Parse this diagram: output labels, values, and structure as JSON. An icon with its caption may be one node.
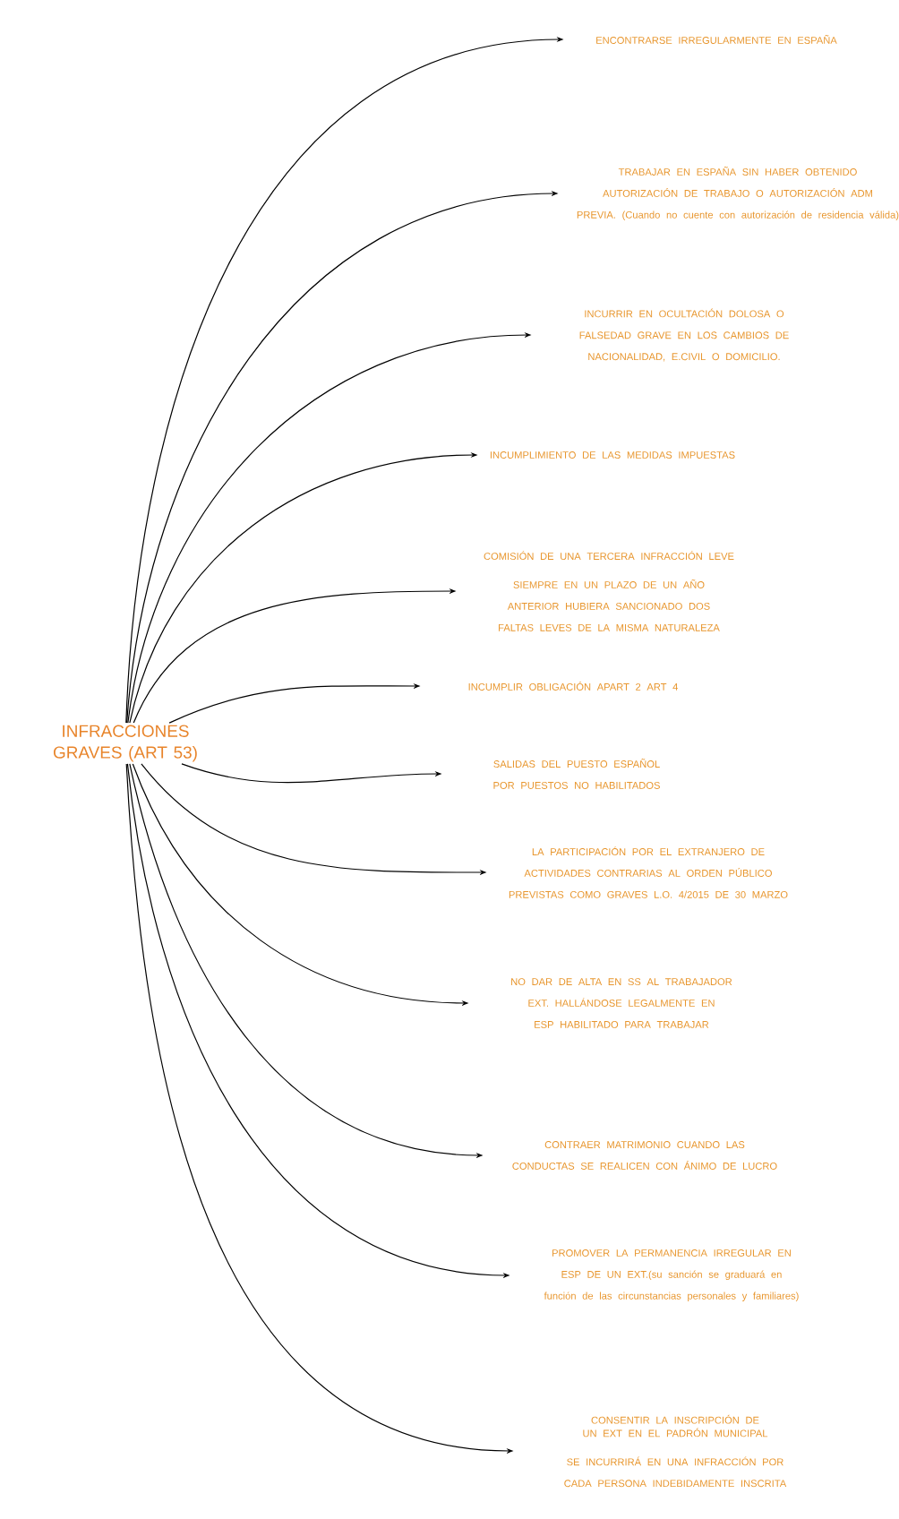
{
  "diagram": {
    "nodes": [
      {
        "text": [
          "INFRACCIONES GRAVES (ART 53)"
        ]
      },
      {
        "text": [
          "ENCONTRARSE IRREGULARMENTE EN ESPAÑA"
        ]
      },
      {
        "text": [
          "TRABAJAR EN ESPAÑA SIN HABER OBTENIDO AUTORIZACIÓN DE TRABAJO O AUTORIZACIÓN ADM PREVIA. (Cuando no cuente con autorización de residencia válida)"
        ]
      },
      {
        "text": [
          "INCURRIR EN OCULTACIÓN DOLOSA O FALSEDAD GRAVE EN LOS CAMBIOS DE NACIONALIDAD, E.CIVIL O DOMICILIO."
        ]
      },
      {
        "text": [
          "INCUMPLIMIENTO DE LAS MEDIDAS IMPUESTAS"
        ]
      },
      {
        "text": [
          "COMISIÓN DE UNA TERCERA INFRACCIÓN LEVE",
          "SIEMPRE EN UN PLAZO DE UN AÑO ANTERIOR HUBIERA SANCIONADO DOS FALTAS LEVES DE LA MISMA NATURALEZA"
        ]
      },
      {
        "text": [
          "INCUMPLIR OBLIGACIÓN APART 2 ART 4"
        ]
      },
      {
        "text": [
          "SALIDAS DEL PUESTO ESPAÑOL POR PUESTOS NO HABILITADOS"
        ]
      },
      {
        "text": [
          "LA PARTICIPACIÓN POR EL EXTRANJERO DE ACTIVIDADES CONTRARIAS AL ORDEN PÚBLICO PREVISTAS COMO GRAVES L.O. 4/2015 DE 30 MARZO"
        ]
      },
      {
        "text": [
          "NO DAR DE ALTA EN SS AL TRABAJADOR EXT. HALLÁNDOSE LEGALMENTE EN ESP HABILITADO PARA TRABAJAR"
        ]
      },
      {
        "text": [
          "CONTRAER MATRIMONIO CUANDO LAS CONDUCTAS SE REALICEN CON ÁNIMO DE LUCRO"
        ]
      },
      {
        "text": [
          "PROMOVER LA PERMANENCIA IRREGULAR EN ESP DE UN EXT.(su sanción se graduará en función de las circunstancias personales y familiares)"
        ]
      },
      {
        "text": [
          "CONSENTIR LA INSCRIPCIÓN DE UN EXT EN EL PADRÓN MUNICIPAL",
          "SE INCURRIRÁ EN UNA INFRACCIÓN POR CADA PERSONA INDEBIDAMENTE INSCRITA"
        ]
      }
    ],
    "edges": [
      {
        "from": 0,
        "to": 1,
        "arrow": "to"
      },
      {
        "from": 0,
        "to": 2,
        "arrow": "to"
      },
      {
        "from": 0,
        "to": 3,
        "arrow": "to"
      },
      {
        "from": 0,
        "to": 4,
        "arrow": "to"
      },
      {
        "from": 0,
        "to": 5,
        "arrow": "to"
      },
      {
        "from": 0,
        "to": 6,
        "arrow": "to"
      },
      {
        "from": 0,
        "to": 7,
        "arrow": "to"
      },
      {
        "from": 0,
        "to": 8,
        "arrow": "to"
      },
      {
        "from": 0,
        "to": 9,
        "arrow": "to"
      },
      {
        "from": 0,
        "to": 10,
        "arrow": "to"
      },
      {
        "from": 0,
        "to": 11,
        "arrow": "to"
      },
      {
        "from": 0,
        "to": 12,
        "arrow": "to"
      }
    ]
  }
}
